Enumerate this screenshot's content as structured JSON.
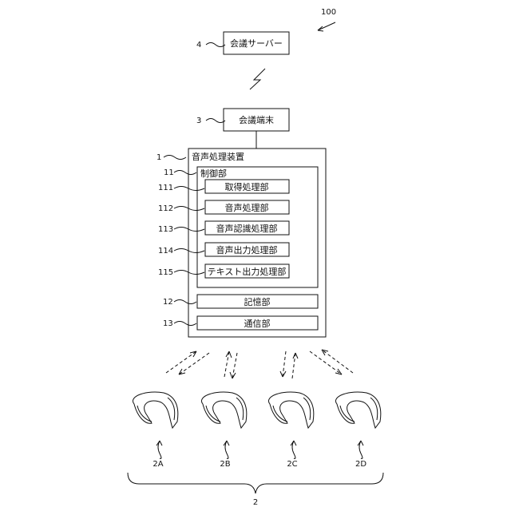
{
  "figure_ref": "100",
  "server": {
    "ref": "4",
    "label": "会議サーバー"
  },
  "terminal": {
    "ref": "3",
    "label": "会議端末"
  },
  "device": {
    "ref": "1",
    "label": "音声処理装置",
    "control": {
      "ref": "11",
      "label": "制御部",
      "units": [
        {
          "ref": "111",
          "label": "取得処理部"
        },
        {
          "ref": "112",
          "label": "音声処理部"
        },
        {
          "ref": "113",
          "label": "音声認識処理部"
        },
        {
          "ref": "114",
          "label": "音声出力処理部"
        },
        {
          "ref": "115",
          "label": "テキスト出力処理部"
        }
      ]
    },
    "storage": {
      "ref": "12",
      "label": "記憶部"
    },
    "comm": {
      "ref": "13",
      "label": "通信部"
    }
  },
  "headsets": [
    {
      "ref": "2A"
    },
    {
      "ref": "2B"
    },
    {
      "ref": "2C"
    },
    {
      "ref": "2D"
    }
  ],
  "group_ref": "2"
}
